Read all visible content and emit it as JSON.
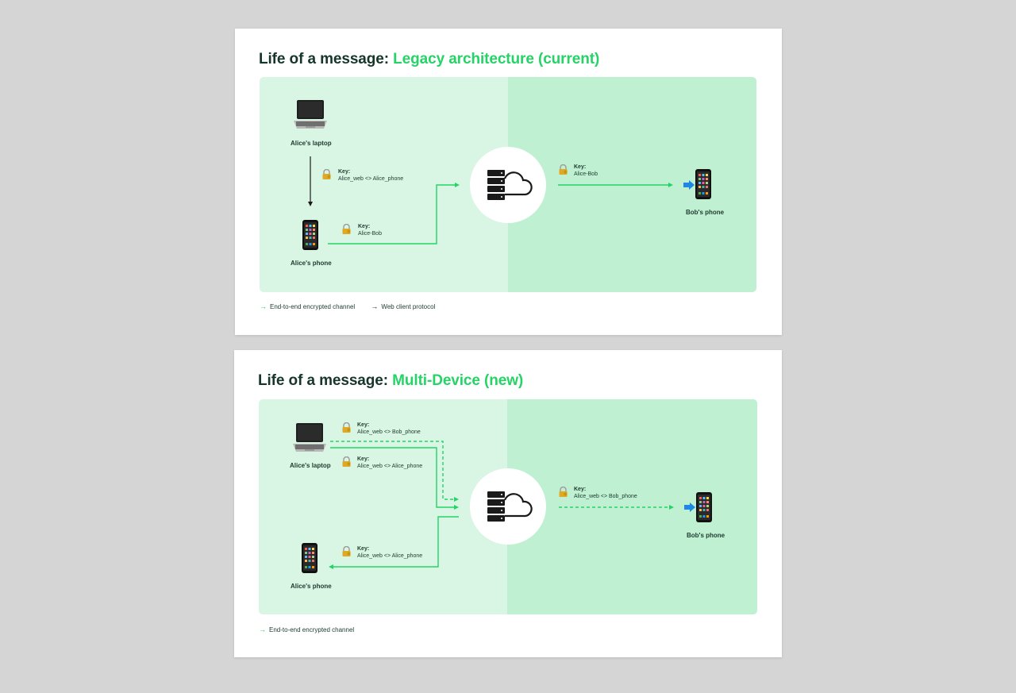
{
  "colors": {
    "accent": "#25d366",
    "title_dark": "#17362a",
    "panel_left": "#d9f5e3",
    "panel_right": "#bff0d2",
    "web_arrow": "#1a1a1a"
  },
  "slides": [
    {
      "title_main": "Life of a message: ",
      "title_accent": "Legacy architecture (current)",
      "devices": {
        "alice_laptop": "Alice's laptop",
        "alice_phone": "Alice's phone",
        "bob_phone": "Bob's phone"
      },
      "keys": [
        {
          "title": "Key:",
          "value": "Alice_web <> Alice_phone"
        },
        {
          "title": "Key:",
          "value": "Alice-Bob"
        },
        {
          "title": "Key:",
          "value": "Alice-Bob"
        }
      ],
      "legend": [
        {
          "symbol": "→",
          "label": "End-to-end encrypted channel"
        },
        {
          "symbol": "→",
          "label": "Web client protocol"
        }
      ]
    },
    {
      "title_main": "Life of a message: ",
      "title_accent": "Multi-Device (new)",
      "devices": {
        "alice_laptop": "Alice's laptop",
        "alice_phone": "Alice's phone",
        "bob_phone": "Bob's phone"
      },
      "keys": [
        {
          "title": "Key:",
          "value": "Alice_web <> Bob_phone"
        },
        {
          "title": "Key:",
          "value": "Alice_web <> Alice_phone"
        },
        {
          "title": "Key:",
          "value": "Alice_web <> Alice_phone"
        },
        {
          "title": "Key:",
          "value": "Alice_web <> Bob_phone"
        }
      ],
      "legend": [
        {
          "symbol": "→",
          "label": "End-to-end encrypted channel"
        }
      ]
    }
  ]
}
